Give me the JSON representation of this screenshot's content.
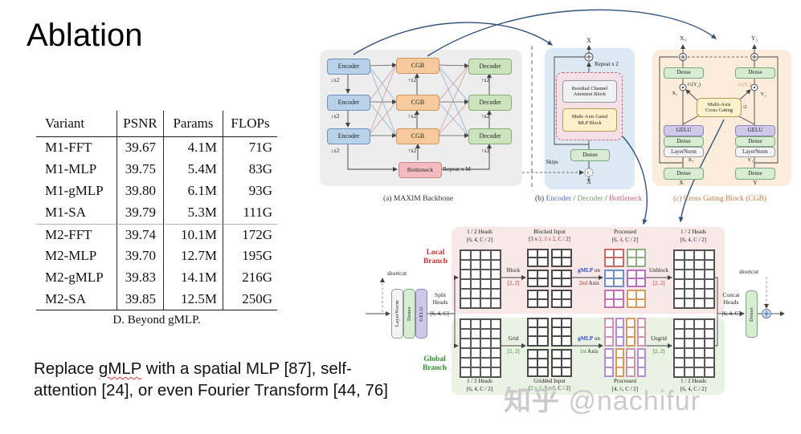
{
  "title": "Ablation",
  "body": {
    "pre": "Replace ",
    "gmlp": "gMLP",
    "post": " with a spatial MLP [87], self-",
    "line2": "attention [24], or even Fourier Transform [44, 76]"
  },
  "table": {
    "columns": [
      "Variant",
      "PSNR",
      "Params",
      "FLOPs"
    ],
    "rows_m1": [
      [
        "M1-FFT",
        "39.67",
        "4.1M",
        "71G"
      ],
      [
        "M1-MLP",
        "39.75",
        "5.4M",
        "83G"
      ],
      [
        "M1-gMLP",
        "39.80",
        "6.1M",
        "93G"
      ],
      [
        "M1-SA",
        "39.79",
        "5.3M",
        "111G"
      ]
    ],
    "rows_m2": [
      [
        "M2-FFT",
        "39.74",
        "10.1M",
        "172G"
      ],
      [
        "M2-MLP",
        "39.70",
        "12.7M",
        "195G"
      ],
      [
        "M2-gMLP",
        "39.83",
        "14.1M",
        "216G"
      ],
      [
        "M2-SA",
        "39.85",
        "12.5M",
        "250G"
      ]
    ],
    "caption": "D. Beyond gMLP."
  },
  "backbone": {
    "encoder": "Encoder",
    "cgb": "CGB",
    "decoder": "Decoder",
    "bottleneck": "Bottleneck",
    "repeat": "Repeat x M",
    "down": "↓x2",
    "up": "↑x2",
    "caption": "(a) MAXIM Backbone"
  },
  "bblock": {
    "x_top": "X",
    "x_bottom": "X",
    "repeat": "Repeat x 2",
    "rcab": "Residual Channel\nAttention Block",
    "mab": "Multi-Axis Gated\nMLP Block",
    "dense": "Dense",
    "skips": "Skips",
    "concat": "C",
    "caption": [
      {
        "t": "(b) ",
        "c": "#333333"
      },
      {
        "t": "Encoder",
        "c": "#4472b4"
      },
      {
        "t": " / ",
        "c": "#333333"
      },
      {
        "t": "Decoder",
        "c": "#6fa05e"
      },
      {
        "t": " / ",
        "c": "#333333"
      },
      {
        "t": "Bottleneck",
        "c": "#c06080"
      }
    ]
  },
  "cgb": {
    "x3": "X₃",
    "y3": "Y₃",
    "gy2": "G(Y₂)",
    "gx2": "G(X₂)",
    "x2": "X₂",
    "y2": "Y₂",
    "x1": "X₁",
    "y1": "Y₁",
    "x": "X",
    "y": "Y",
    "dense": "Dense",
    "gelu": "GELU",
    "layernorm": "LayerNorm",
    "macg": "Multi-Axis\nCross Gating",
    "half": "/2",
    "caption": "(c) Cross Gating Block (CGB)"
  },
  "mab": {
    "shortcut": "shortcut",
    "layernorm": "LayerNorm",
    "dense": "Dense",
    "gelu": "GELU",
    "split": "Split\nHeads",
    "split_dims": "[6, 4, C]",
    "concat": "Concat\nHeads",
    "concat_dims": "[6, 4, C]",
    "dense_out": "Dense",
    "local_branch": "Local\nBranch",
    "global_branch": "Global\nBranch",
    "heads_label": "1 / 2 Heads",
    "heads_dims": "[6, 4, C / 2]",
    "local": {
      "block": "Block",
      "block_dims": [
        {
          "t": "[2, 2]",
          "c": "#c03030"
        }
      ],
      "blocked": "Blocked Input",
      "blocked_dims": [
        {
          "t": "[3 x ",
          "c": "#222222"
        },
        {
          "t": "2, 2 x 2",
          "c": "#c03030"
        },
        {
          "t": ", C / 2]",
          "c": "#222222"
        }
      ],
      "gmlp": [
        {
          "t": "gMLP",
          "c": "#2a46c8",
          "b": true
        },
        {
          "t": " on",
          "c": "#222222"
        }
      ],
      "axis": [
        {
          "t": "2nd",
          "c": "#c03030"
        },
        {
          "t": " Axis",
          "c": "#222222"
        }
      ],
      "processed": "Processed",
      "processed_dims": [
        {
          "t": "[6, ",
          "c": "#222222"
        },
        {
          "t": "4",
          "c": "#c03030"
        },
        {
          "t": ", C / 2]",
          "c": "#222222"
        }
      ],
      "unblock": "Unblock",
      "unblock_dims": [
        {
          "t": "[2, 2]",
          "c": "#c03030"
        }
      ]
    },
    "global": {
      "grid": "Grid",
      "grid_dims": [
        {
          "t": "[2, 2]",
          "c": "#2e8b2e"
        }
      ],
      "gridded": "Gridded Input",
      "gridded_dims": [
        {
          "t": "[",
          "c": "#222222"
        },
        {
          "t": "2 x 2",
          "c": "#2e8b2e"
        },
        {
          "t": ", 3 x 2, C / 2]",
          "c": "#222222"
        }
      ],
      "gmlp": [
        {
          "t": "gMLP",
          "c": "#2a46c8",
          "b": true
        },
        {
          "t": " on",
          "c": "#222222"
        }
      ],
      "axis": [
        {
          "t": "1st",
          "c": "#2e8b2e"
        },
        {
          "t": " Axis",
          "c": "#222222"
        }
      ],
      "processed": "Processed",
      "processed_dims": [
        {
          "t": "[4, ",
          "c": "#222222"
        },
        {
          "t": "6",
          "c": "#2e8b2e"
        },
        {
          "t": ", C / 2]",
          "c": "#222222"
        }
      ],
      "ungrid": "Ungrid",
      "ungrid_dims": [
        {
          "t": "[2, 2]",
          "c": "#2e8b2e"
        }
      ]
    }
  },
  "watermark": {
    "zhihu": "知乎 ",
    "handle": "@nachifur"
  },
  "colors": {
    "encoder": "#b9d1e9",
    "cgb": "#f7ca9d",
    "decoder": "#cbe4bd",
    "bottleneck": "#f3bcbe",
    "panel_a": "#ededed",
    "panel_b": "#dce9f5",
    "panel_c": "#fcecdb",
    "local_band": "#f8e8e8",
    "global_band": "#e9f2e3",
    "dense": "#d8ecd4",
    "gelu": "#cfc9e9",
    "layernorm": "#f3f3f6",
    "macg": "#fdf2cc",
    "arrow": "#33527e",
    "local_red": "#c03030",
    "global_green": "#2e8b2e",
    "gmlp_blue": "#2a46c8"
  }
}
